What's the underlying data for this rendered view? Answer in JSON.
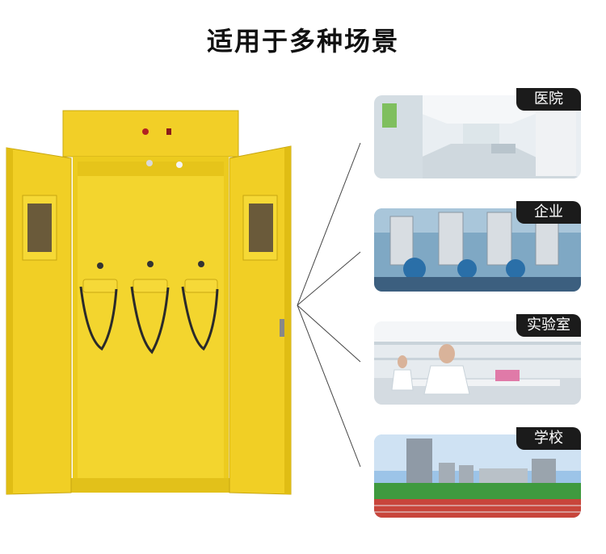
{
  "page": {
    "title": "适用于多种场景"
  },
  "scenes": [
    {
      "label": "医院"
    },
    {
      "label": "企业"
    },
    {
      "label": "实验室"
    },
    {
      "label": "学校"
    }
  ],
  "colors": {
    "cabinet_yellow": "#f3d22a",
    "badge_bg": "#1b1b1b"
  }
}
